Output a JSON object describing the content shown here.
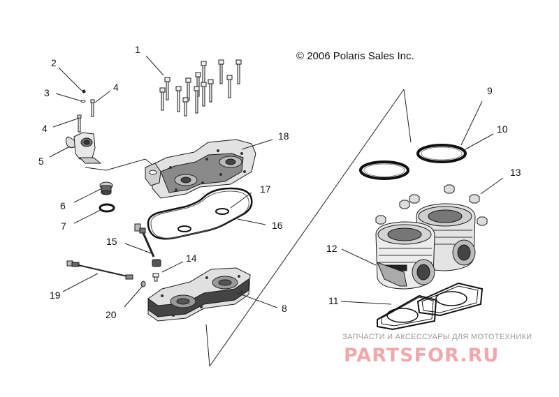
{
  "copyright": "© 2006 Polaris Sales Inc.",
  "callouts": [
    "1",
    "2",
    "3",
    "4",
    "4",
    "5",
    "6",
    "7",
    "8",
    "9",
    "10",
    "11",
    "12",
    "13",
    "14",
    "15",
    "16",
    "17",
    "18",
    "19",
    "20"
  ],
  "watermark": {
    "tagline": "ЗАПЧАСТИ И АКСЕССУАРЫ ДЛЯ МОТОТЕХНИКИ",
    "logo": "PARTSFOR.RU"
  },
  "colors": {
    "line": "#1a1a1a",
    "part_fill": "#e6e6e6",
    "part_dark": "#555555",
    "watermark": "#f0a8ad"
  }
}
